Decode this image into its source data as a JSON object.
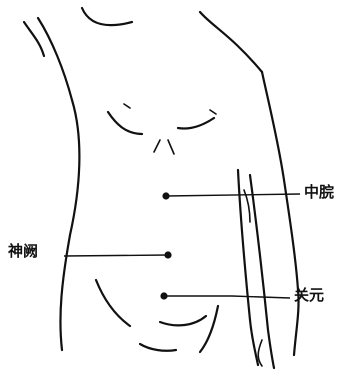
{
  "points": [
    {
      "id": "zhongwan",
      "label": "中脘"
    },
    {
      "id": "shenque",
      "label": "神阙"
    },
    {
      "id": "guanyuan",
      "label": "关元"
    }
  ]
}
